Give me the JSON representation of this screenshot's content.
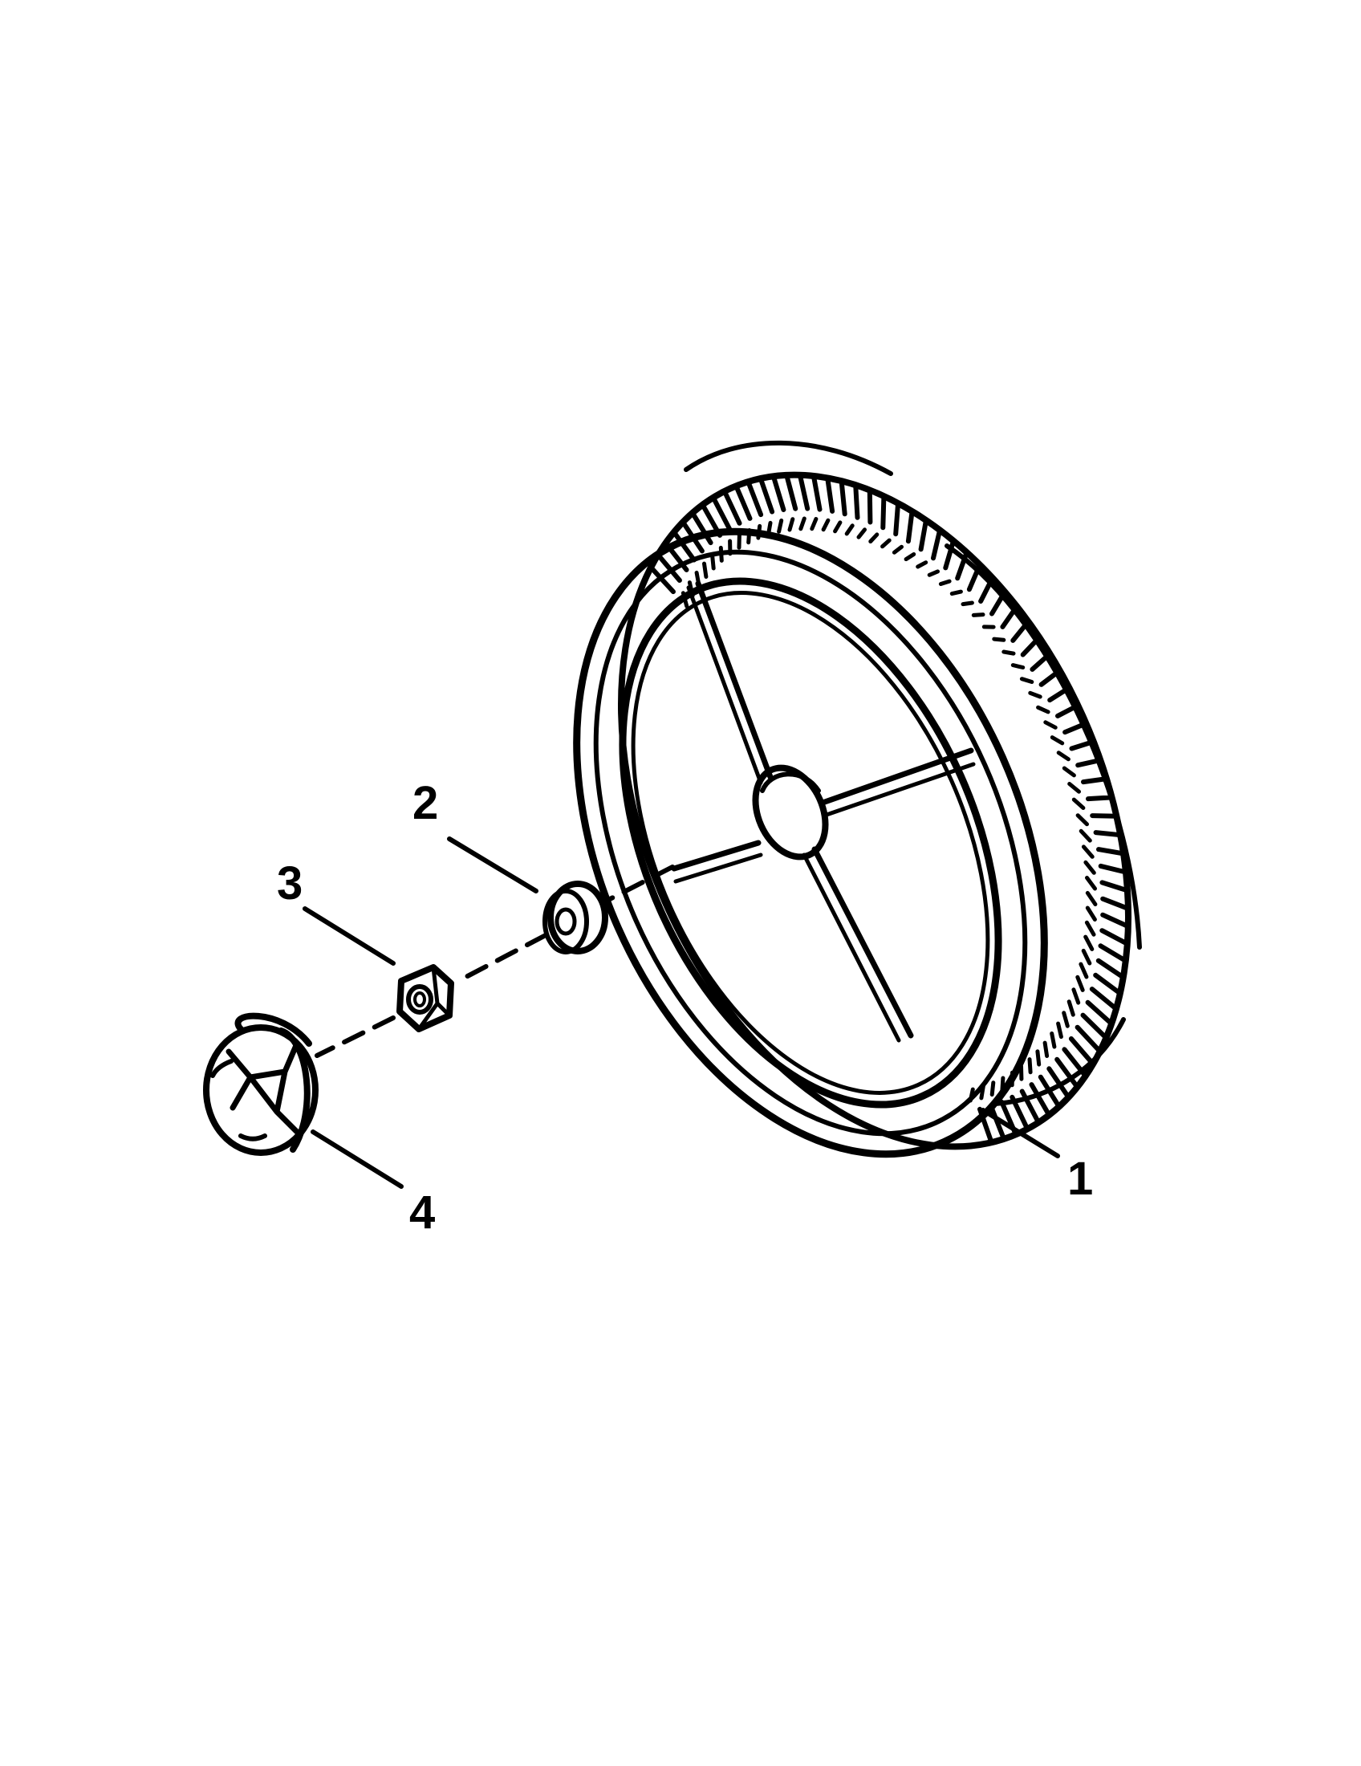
{
  "diagram": {
    "parts": [
      {
        "id": "wheel",
        "callout": "1"
      },
      {
        "id": "washer",
        "callout": "2"
      },
      {
        "id": "hex-nut",
        "callout": "3"
      },
      {
        "id": "hub-cap",
        "callout": "4"
      }
    ]
  },
  "colors": {
    "line": "#000000",
    "background": "#ffffff"
  }
}
